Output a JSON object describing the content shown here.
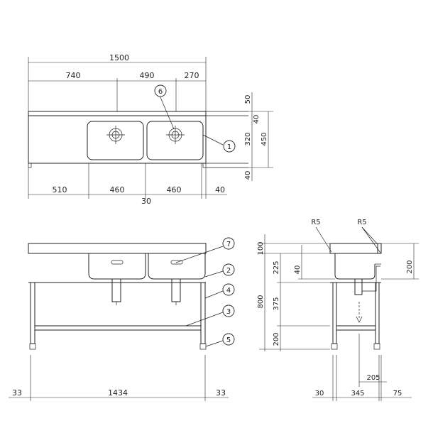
{
  "top_view": {
    "overall_width": "1500",
    "upper": [
      "740",
      "490",
      "270"
    ],
    "lower": [
      "510",
      "460",
      "460",
      "40"
    ],
    "lower_extra": "30",
    "right": [
      "50",
      "40",
      "320",
      "40"
    ],
    "depth": "450",
    "callouts": [
      "6",
      "1"
    ]
  },
  "front_view": {
    "widths": [
      "33",
      "1434",
      "33"
    ],
    "callouts": [
      "7",
      "2",
      "4",
      "3",
      "5"
    ]
  },
  "side_view": {
    "radius_labels": [
      "R5",
      "R5"
    ],
    "heights": [
      "100",
      "225",
      "40",
      "375",
      "200"
    ],
    "total_height": "800",
    "backsplash": "200",
    "widths": [
      "30",
      "345",
      "75"
    ],
    "drain_offset": "205"
  }
}
